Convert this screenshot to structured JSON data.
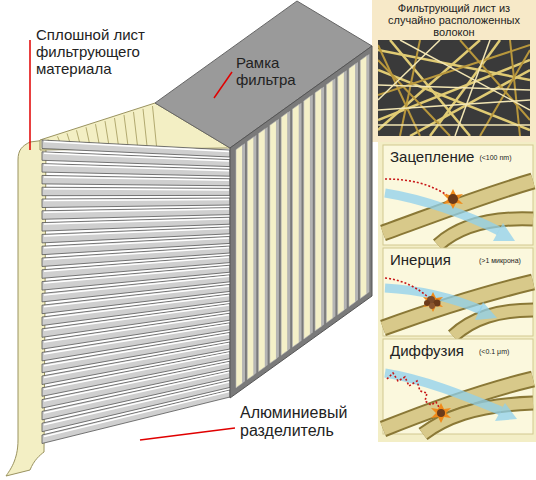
{
  "diagram": {
    "nodes": [
      {
        "text": [
          "Фильтрующий лист из случайно расположенных волокон"
        ]
      },
      {
        "text": [
          "Зацепление",
          "(<100 nm)"
        ]
      },
      {
        "text": [
          "Инерция",
          "(>1 микрона)"
        ]
      },
      {
        "text": [
          "Диффузия",
          "(<0.1 μm)"
        ]
      }
    ],
    "labels": [
      "Сплошной лист фильтрующего материала",
      "Рамка фильтра",
      "Алюминиевый разделитель"
    ]
  }
}
